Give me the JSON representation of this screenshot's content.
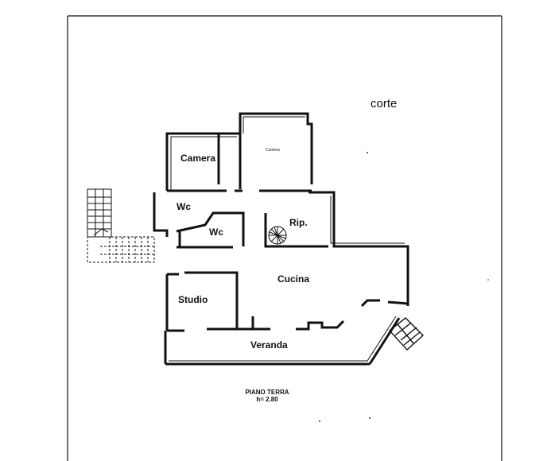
{
  "labels": {
    "corte": "corte",
    "camera": "Camera",
    "camera_small": "Camera",
    "wc_left": "Wc",
    "wc_right": "Wc",
    "ripostiglio": "Rip.",
    "cucina": "Cucina",
    "studio": "Studio",
    "veranda": "Veranda"
  },
  "caption": {
    "line1": "PIANO TERRA",
    "line2": "h= 2.80"
  }
}
